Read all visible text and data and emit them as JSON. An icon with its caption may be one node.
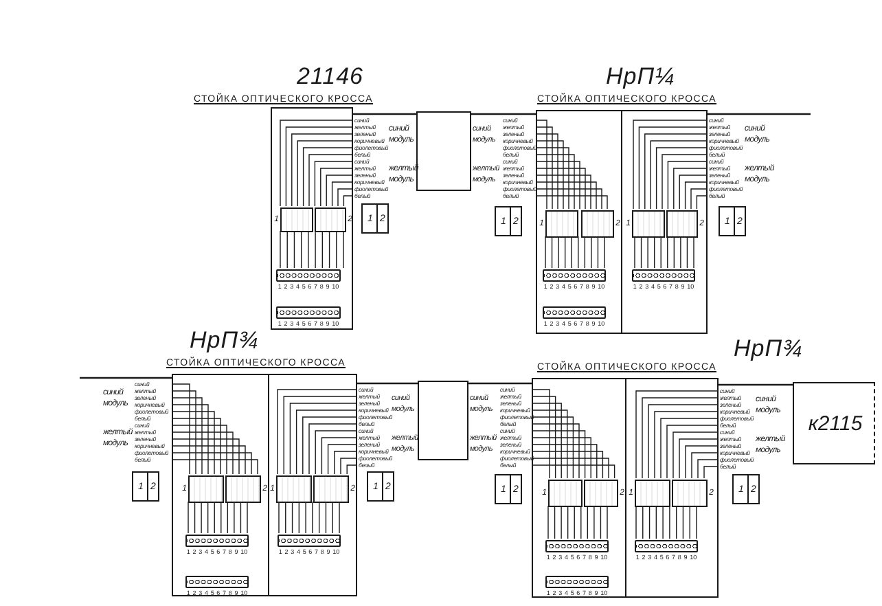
{
  "diagram": {
    "nodes": [
      {
        "text": [
          "21146",
          "СТОЙКА ОПТИЧЕСКОГО КРОССА"
        ]
      },
      {
        "text": [],
        "shape": "box",
        "in": 0,
        "beside": [
          "1"
        ]
      },
      {
        "text": [],
        "shape": "box",
        "in": 0,
        "beside": [
          "2"
        ]
      },
      {
        "text": [],
        "shape": "bar",
        "in": 0,
        "beside": [
          "1 2 3 4 5 6 7 8 9 10"
        ]
      },
      {
        "text": [],
        "shape": "bar",
        "in": 0,
        "beside": [
          "1 2 3 4 5 6 7 8 9 10"
        ]
      },
      {
        "text": [
          "1",
          "2"
        ]
      },
      {
        "text": [],
        "shape": "box"
      },
      {
        "text": [
          "1",
          "2"
        ]
      },
      {
        "text": [
          "НрП¼",
          "СТОЙКА ОПТИЧЕСКОГО КРОССА"
        ]
      },
      {
        "text": [],
        "shape": "box",
        "in": 8,
        "beside": [
          "1"
        ]
      },
      {
        "text": [],
        "shape": "box",
        "in": 8,
        "beside": [
          "2"
        ]
      },
      {
        "text": [],
        "shape": "box",
        "in": 8,
        "beside": [
          "1"
        ]
      },
      {
        "text": [],
        "shape": "box",
        "in": 8,
        "beside": [
          "2"
        ]
      },
      {
        "text": [],
        "shape": "bar",
        "in": 8,
        "beside": [
          "1 2 3 4 5 6 7 8 9 10"
        ]
      },
      {
        "text": [],
        "shape": "bar",
        "in": 8,
        "beside": [
          "1 2 3 4 5 6 7 8 9 10"
        ]
      },
      {
        "text": [],
        "shape": "bar",
        "in": 8,
        "beside": [
          "1 2 3 4 5 6 7 8 9 10"
        ]
      },
      {
        "text": [
          "1",
          "2"
        ]
      },
      {
        "text": [
          "НрП¾",
          "СТОЙКА ОПТИЧЕСКОГО КРОССА"
        ]
      },
      {
        "text": [],
        "shape": "box",
        "in": 17,
        "beside": [
          "1"
        ]
      },
      {
        "text": [],
        "shape": "box",
        "in": 17,
        "beside": [
          "2"
        ]
      },
      {
        "text": [],
        "shape": "box",
        "in": 17,
        "beside": [
          "1"
        ]
      },
      {
        "text": [],
        "shape": "box",
        "in": 17,
        "beside": [
          "2"
        ]
      },
      {
        "text": [],
        "shape": "bar",
        "in": 17,
        "beside": [
          "1 2 3 4 5 6 7 8 9 10"
        ]
      },
      {
        "text": [],
        "shape": "bar",
        "in": 17,
        "beside": [
          "1 2 3 4 5 6 7 8 9 10"
        ]
      },
      {
        "text": [],
        "shape": "bar",
        "in": 17,
        "beside": [
          "1 2 3 4 5 6 7 8 9 10"
        ]
      },
      {
        "text": [
          "1",
          "2"
        ]
      },
      {
        "text": [
          "1",
          "2"
        ]
      },
      {
        "text": [],
        "shape": "box"
      },
      {
        "text": [
          "1",
          "2"
        ]
      },
      {
        "text": [
          "НрП¾",
          "СТОЙКА ОПТИЧЕСКОГО КРОССА"
        ]
      },
      {
        "text": [],
        "shape": "box",
        "in": 29,
        "beside": [
          "1"
        ]
      },
      {
        "text": [],
        "shape": "box",
        "in": 29,
        "beside": [
          "2"
        ]
      },
      {
        "text": [],
        "shape": "box",
        "in": 29,
        "beside": [
          "1"
        ]
      },
      {
        "text": [],
        "shape": "box",
        "in": 29,
        "beside": [
          "2"
        ]
      },
      {
        "text": [],
        "shape": "bar",
        "in": 29,
        "beside": [
          "1 2 3 4 5 6 7 8 9 10"
        ]
      },
      {
        "text": [],
        "shape": "bar",
        "in": 29,
        "beside": [
          "1 2 3 4 5 6 7 8 9 10"
        ]
      },
      {
        "text": [],
        "shape": "bar",
        "in": 29,
        "beside": [
          "1 2 3 4 5 6 7 8 9 10"
        ]
      },
      {
        "text": [
          "1",
          "2"
        ]
      },
      {
        "text": [
          "к2115"
        ]
      }
    ],
    "edges": [
      {
        "from": 0,
        "to": 6,
        "arrow": "none"
      },
      {
        "from": 6,
        "to": 8,
        "arrow": "none"
      },
      {
        "from": 8,
        "to": null,
        "arrow": "none"
      },
      {
        "from": null,
        "to": 17,
        "arrow": "none"
      },
      {
        "from": 17,
        "to": 27,
        "arrow": "none"
      },
      {
        "from": 27,
        "to": 29,
        "arrow": "none"
      },
      {
        "from": 29,
        "to": 38,
        "arrow": "none"
      }
    ],
    "labels": [
      "синий",
      "желтый",
      "зеленый",
      "коричневый",
      "фиолетовый",
      "белый",
      "синий",
      "желтый",
      "зеленый",
      "коричневый",
      "фиолетовый",
      "белый",
      "синий модуль",
      "желтый модуль",
      "синий",
      "желтый",
      "зеленый",
      "коричневый",
      "фиолетовый",
      "белый",
      "синий",
      "желтый",
      "зеленый",
      "коричневый",
      "фиолетовый",
      "белый",
      "синий модуль",
      "желтый модуль",
      "синий",
      "желтый",
      "зеленый",
      "коричневый",
      "фиолетовый",
      "белый",
      "синий",
      "желтый",
      "зеленый",
      "коричневый",
      "фиолетовый",
      "белый",
      "синий модуль",
      "желтый модуль",
      "синий",
      "желтый",
      "зеленый",
      "коричневый",
      "фиолетовый",
      "белый",
      "синий",
      "желтый",
      "зеленый",
      "коричневый",
      "фиолетовый",
      "белый",
      "синий модуль",
      "желтый модуль",
      "синий",
      "желтый",
      "зеленый",
      "коричневый",
      "фиолетовый",
      "белый",
      "синий",
      "желтый",
      "зеленый",
      "коричневый",
      "фиолетовый",
      "белый",
      "синий модуль",
      "желтый модуль",
      "синий",
      "желтый",
      "зеленый",
      "коричневый",
      "фиолетовый",
      "белый",
      "синий",
      "желтый",
      "зеленый",
      "коричневый",
      "фиолетовый",
      "белый",
      "синий модуль",
      "желтый модуль",
      "синий",
      "желтый",
      "зеленый",
      "коричневый",
      "фиолетовый",
      "белый",
      "синий",
      "желтый",
      "зеленый",
      "коричневый",
      "фиолетовый",
      "белый",
      "синий модуль",
      "желтый модуль"
    ]
  }
}
